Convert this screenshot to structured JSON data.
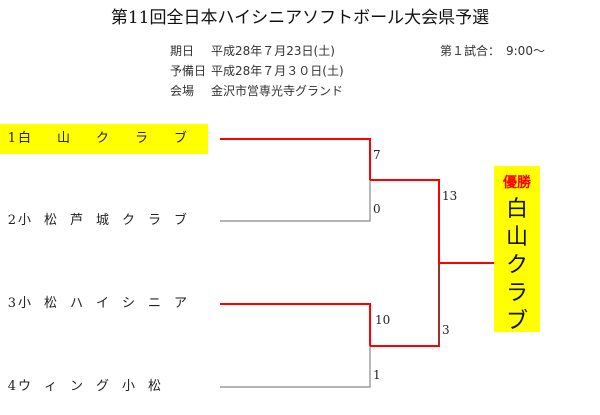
{
  "title": "第11回全日本ハイシニアソフトボール大会県予選",
  "info": {
    "date_label": "期日",
    "date_value": "平成28年７月23日(土)",
    "reserve_label": "予備日",
    "reserve_value": "平成28年７月３０日(土)",
    "venue_label": "会場",
    "venue_value": "金沢市営専光寺グランド",
    "first_game": "第１試合：　9:00～"
  },
  "teams": [
    {
      "num": "1",
      "name": "白　　山　　ク　　ラ　　ブ",
      "winner": true
    },
    {
      "num": "2",
      "name": "小　松　芦　城　ク　ラ　ブ",
      "winner": false
    },
    {
      "num": "3",
      "name": "小　松　ハ　イ　シ　ニ　ア",
      "winner": true
    },
    {
      "num": "4",
      "name": "ウ　ィ　ン　グ　小　松",
      "winner": false
    }
  ],
  "scores": {
    "semi1_team1": "7",
    "semi1_team2": "0",
    "semi2_team3": "10",
    "semi2_team4": "1",
    "final_top": "13",
    "final_bottom": "3"
  },
  "champion": {
    "label": "優勝",
    "name_chars": [
      "白",
      "山",
      "ク",
      "ラ",
      "ブ"
    ]
  },
  "colors": {
    "highlight": "#ffff00",
    "win_line": "#ff0000",
    "lose_line": "#888888"
  }
}
